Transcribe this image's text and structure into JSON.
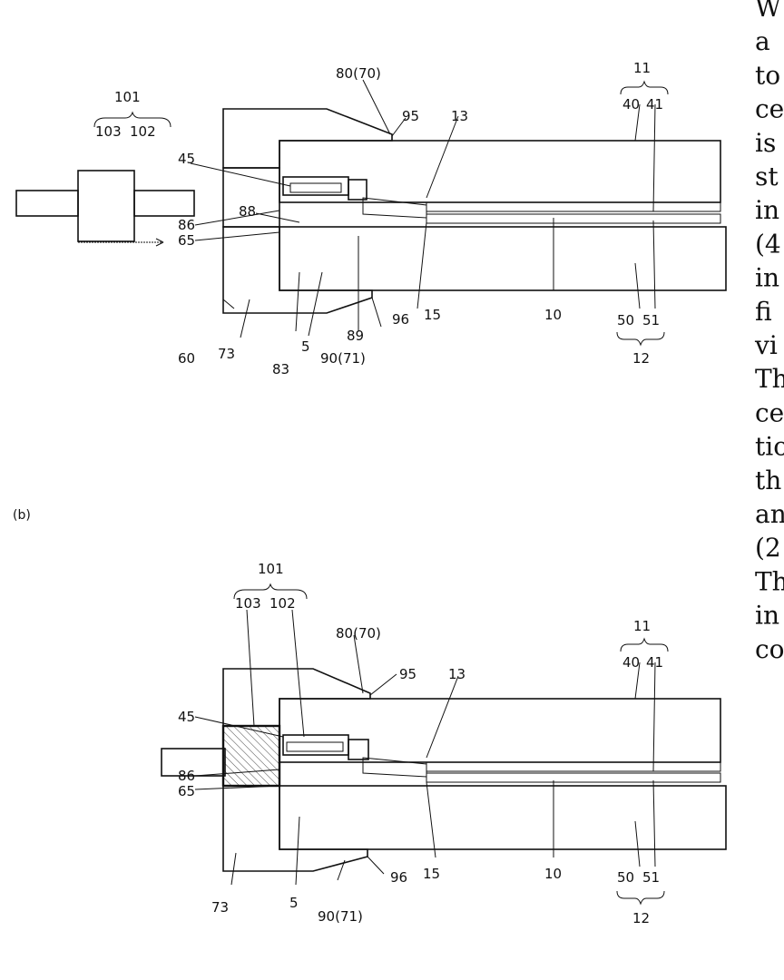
{
  "subfigure_label_b": "(b)",
  "side_text_fragments": [
    "W",
    "a",
    "to",
    "ce",
    "is",
    "st",
    "in",
    "(4",
    "in",
    "fi",
    "vi",
    "Th",
    "ce",
    "tio",
    "th",
    "an",
    "(2",
    "Th",
    "in",
    "co"
  ],
  "figure_a": {
    "labels": {
      "l101": "101",
      "l103": "103",
      "l102": "102",
      "l80": "80(70)",
      "l11": "11",
      "l40": "40",
      "l41": "41",
      "l95": "95",
      "l13": "13",
      "l45": "45",
      "l88": "88",
      "l86": "86",
      "l65": "65",
      "l60": "60",
      "l73": "73",
      "l83": "83",
      "l5": "5",
      "l90": "90(71)",
      "l89": "89",
      "l96": "96",
      "l15": "15",
      "l10": "10",
      "l50": "50",
      "l51": "51",
      "l12": "12"
    }
  },
  "figure_b": {
    "labels": {
      "l101": "101",
      "l103": "103",
      "l102": "102",
      "l80": "80(70)",
      "l11": "11",
      "l40": "40",
      "l41": "41",
      "l95": "95",
      "l13": "13",
      "l45": "45",
      "l86": "86",
      "l65": "65",
      "l73": "73",
      "l5": "5",
      "l90": "90(71)",
      "l96": "96",
      "l15": "15",
      "l10": "10",
      "l50": "50",
      "l51": "51",
      "l12": "12"
    }
  }
}
